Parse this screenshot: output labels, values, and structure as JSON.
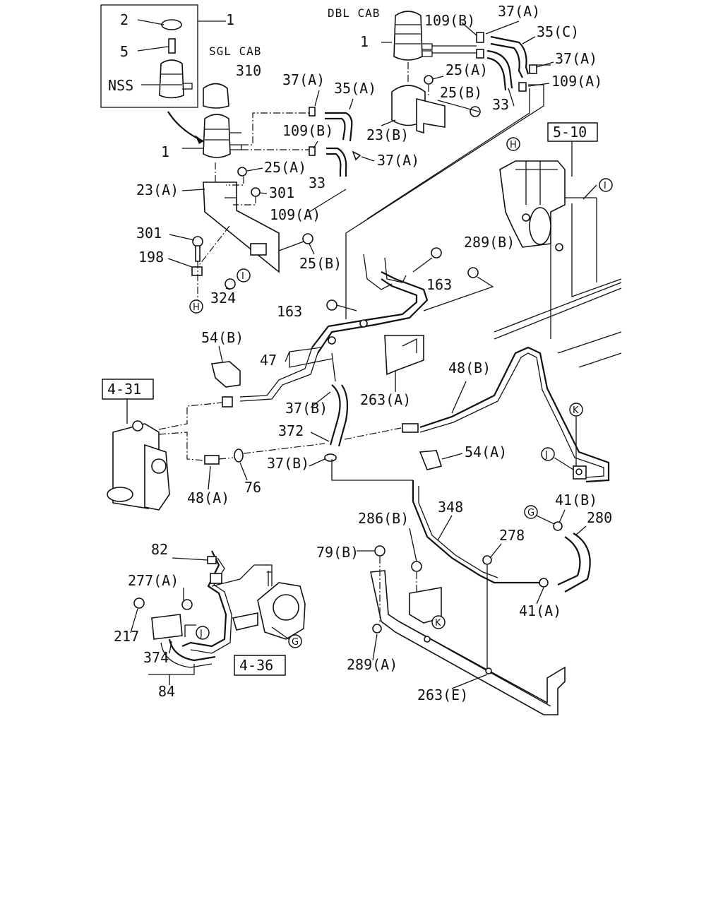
{
  "headers": {
    "sgl_cab": "SGL CAB",
    "dbl_cab": "DBL CAB"
  },
  "refs": {
    "ref_5_10": "5-10",
    "ref_4_31": "4-31",
    "ref_4_36": "4-36"
  },
  "markers": {
    "h": "H",
    "i": "I",
    "j": "J",
    "k": "K",
    "g": "G"
  },
  "labels": {
    "p2": "2",
    "p1_top": "1",
    "p5": "5",
    "nss": "NSS",
    "p310": "310",
    "p1_sgl": "1",
    "p37a_1": "37(A)",
    "p35a": "35(A)",
    "p109b_1": "109(B)",
    "p37a_2": "37(A)",
    "p25a_1": "25(A)",
    "p33_1": "33",
    "p23a": "23(A)",
    "p301_1": "301",
    "p109a_1": "109(A)",
    "p301_2": "301",
    "p198": "198",
    "p25b_1": "25(B)",
    "p324": "324",
    "p1_dbl": "1",
    "p109b_2": "109(B)",
    "p37a_3": "37(A)",
    "p35c": "35(C)",
    "p37a_4": "37(A)",
    "p25a_2": "25(A)",
    "p109a_2": "109(A)",
    "p25b_2": "25(B)",
    "p33_2": "33",
    "p23b": "23(B)",
    "p289b": "289(B)",
    "p163_1": "163",
    "p163_2": "163",
    "p54b": "54(B)",
    "p47": "47",
    "p37b_1": "37(B)",
    "p263a": "263(A)",
    "p48b": "48(B)",
    "p372": "372",
    "p54a": "54(A)",
    "p37b_2": "37(B)",
    "p48a": "48(A)",
    "p76": "76",
    "p348": "348",
    "p286b": "286(B)",
    "p41b": "41(B)",
    "p280": "280",
    "p79b": "79(B)",
    "p278": "278",
    "p41a": "41(A)",
    "p82": "82",
    "p277a": "277(A)",
    "p217": "217",
    "p374": "374",
    "p84": "84",
    "p289a": "289(A)",
    "p263e": "263(E)"
  }
}
